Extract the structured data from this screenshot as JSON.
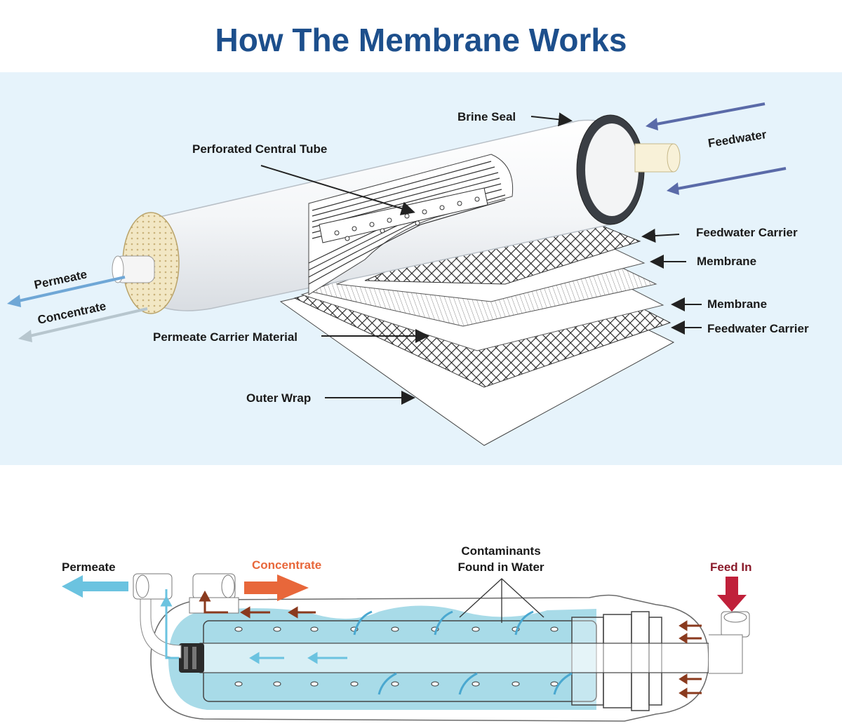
{
  "title": "How The Membrane Works",
  "top_diagram": {
    "brine_seal": "Brine Seal",
    "perforated_central_tube": "Perforated Central Tube",
    "feedwater": "Feedwater",
    "feedwater_carrier_1": "Feedwater Carrier",
    "membrane_1": "Membrane",
    "membrane_2": "Membrane",
    "feedwater_carrier_2": "Feedwater Carrier",
    "permeate": "Permeate",
    "concentrate": "Concentrate",
    "permeate_carrier_material": "Permeate Carrier Material",
    "outer_wrap": "Outer Wrap"
  },
  "bottom_diagram": {
    "permeate": "Permeate",
    "concentrate": "Concentrate",
    "contaminants_line1": "Contaminants",
    "contaminants_line2": "Found in Water",
    "feed_in": "Feed In"
  },
  "colors": {
    "title": "#1d4f8c",
    "panel_bg": "#e6f3fb",
    "permeate_arrow": "#6bb7d9",
    "concentrate_arrow": "#e8673a",
    "feed_arrow": "#c0203a",
    "flow_arrow": "#8a3a1e",
    "water": "#a8dbe8"
  }
}
